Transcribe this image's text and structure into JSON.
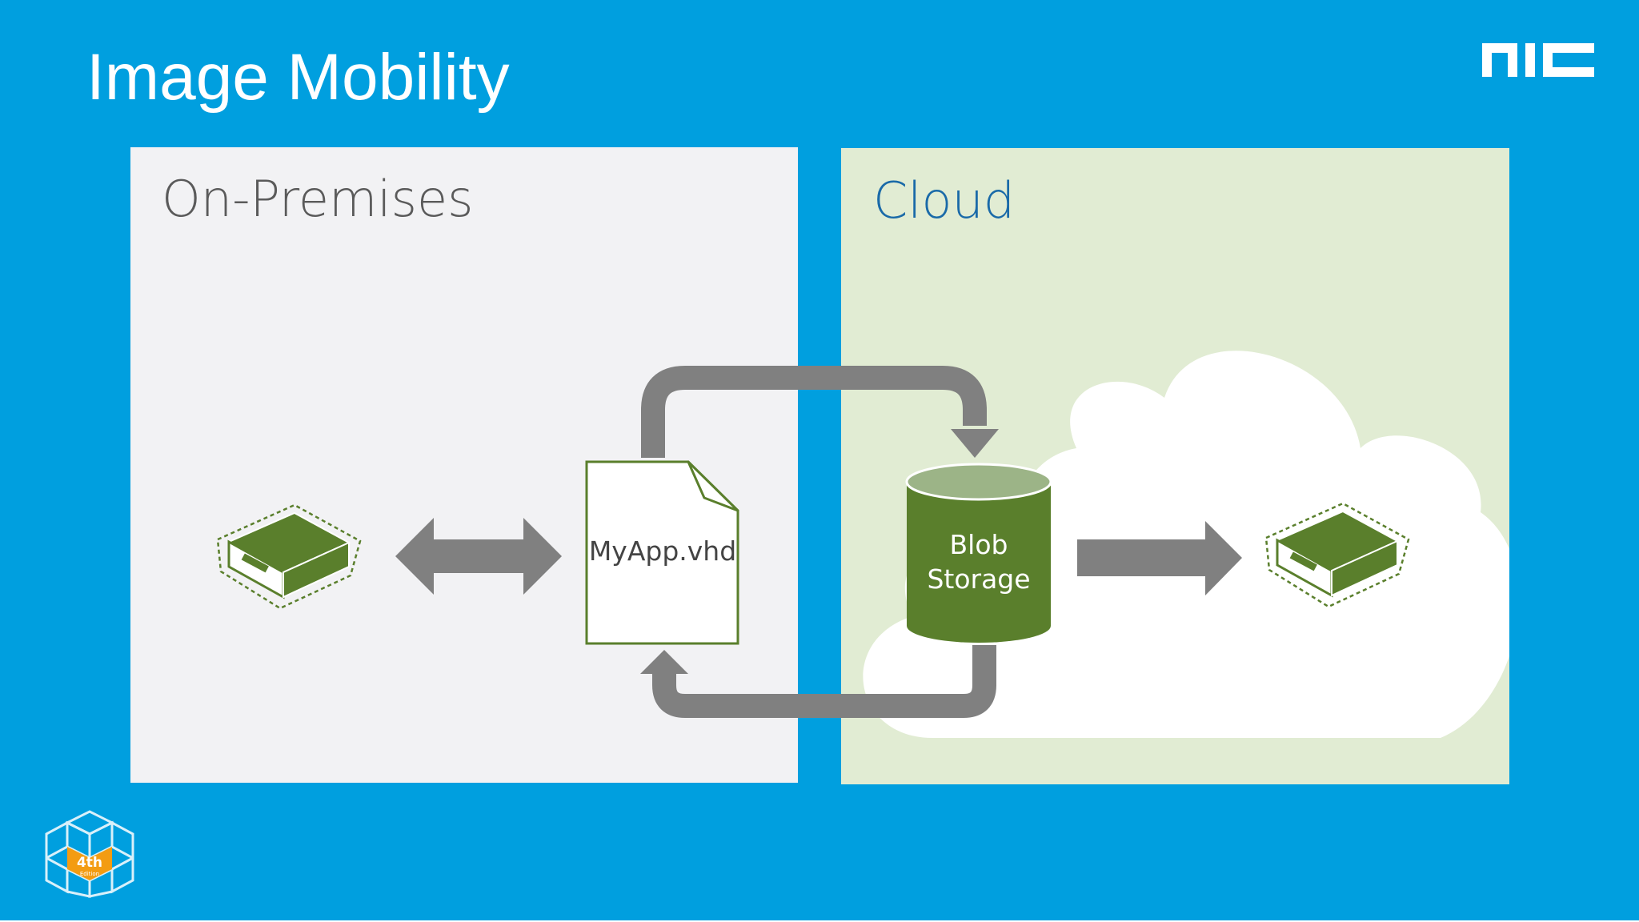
{
  "slide": {
    "title": "Image Mobility",
    "logo_icon": "nic-logo",
    "edition_badge": {
      "icon": "cube-edition-badge-icon",
      "text": "4th",
      "subtext": "Edition"
    }
  },
  "panels": {
    "on_premises": {
      "label": "On-Premises"
    },
    "cloud": {
      "label": "Cloud"
    }
  },
  "nodes": {
    "vhd_file": {
      "label": "MyApp.vhd",
      "icon": "document-icon"
    },
    "blob_storage": {
      "label_line1": "Blob",
      "label_line2": "Storage",
      "icon": "database-cylinder-icon"
    },
    "on_prem_server": {
      "icon": "server-icon"
    },
    "cloud_server": {
      "icon": "server-icon"
    }
  },
  "colors": {
    "background": "#009fdf",
    "on_premises_panel": "#f2f2f4",
    "cloud_panel": "#e1ecd3",
    "green": "#5a7f2c",
    "arrow_gray": "#808080",
    "cloud_label": "#1a6aa8"
  }
}
